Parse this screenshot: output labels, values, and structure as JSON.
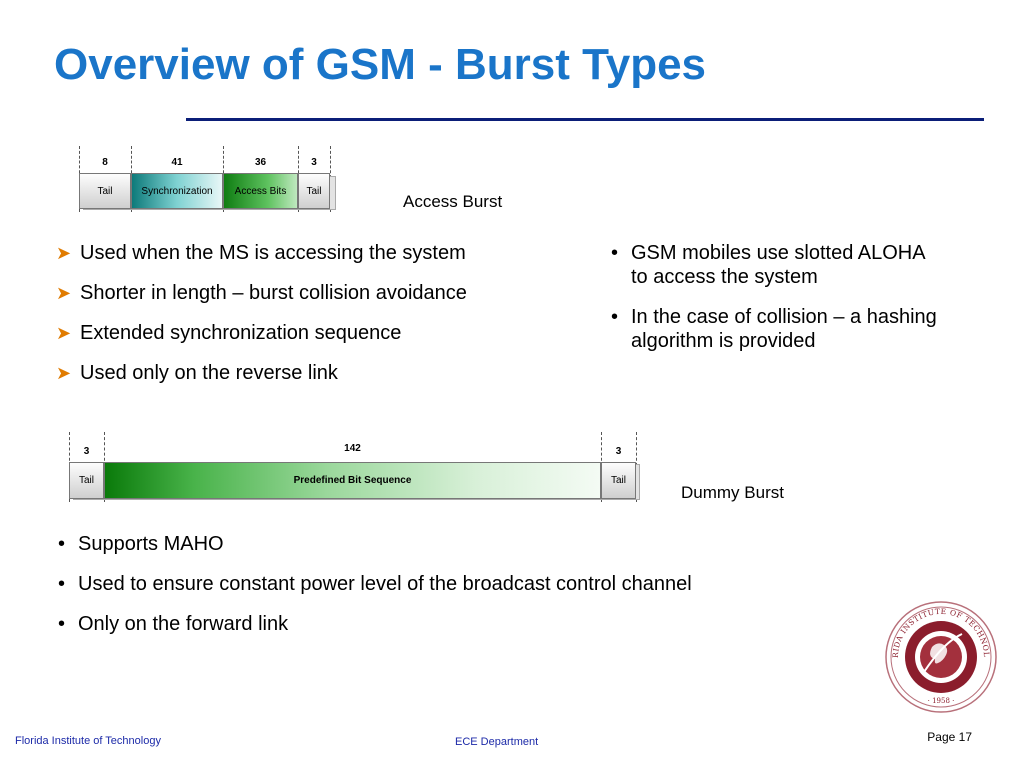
{
  "slide": {
    "title": "Overview of GSM - Burst Types",
    "page": "Page 17"
  },
  "access_burst": {
    "caption": "Access Burst",
    "segments": [
      {
        "bits": "8",
        "label": "Tail"
      },
      {
        "bits": "41",
        "label": "Synchronization"
      },
      {
        "bits": "36",
        "label": "Access Bits"
      },
      {
        "bits": "3",
        "label": "Tail"
      }
    ],
    "bullets": [
      "Used when the MS is accessing the system",
      "Shorter in length – burst collision avoidance",
      "Extended synchronization sequence",
      "Used only on the reverse link"
    ],
    "notes": [
      "GSM mobiles use slotted ALOHA to access the system",
      "In the case of collision – a hashing algorithm is provided"
    ]
  },
  "dummy_burst": {
    "caption": "Dummy Burst",
    "segments": [
      {
        "bits": "3",
        "label": "Tail"
      },
      {
        "bits": "142",
        "label": "Predefined Bit Sequence"
      },
      {
        "bits": "3",
        "label": "Tail"
      }
    ],
    "bullets": [
      "Supports MAHO",
      "Used to ensure constant power level of the broadcast control channel",
      "Only on the forward link"
    ]
  },
  "footer": {
    "left": "Florida Institute of Technology",
    "center": "ECE Department"
  },
  "seal": {
    "ring_text": "FLORIDA INSTITUTE OF TECHNOLOGY",
    "year": "1958",
    "colors": {
      "ring": "#8b1d2c",
      "inner": "#ffffff",
      "globe": "#a3303d"
    }
  }
}
